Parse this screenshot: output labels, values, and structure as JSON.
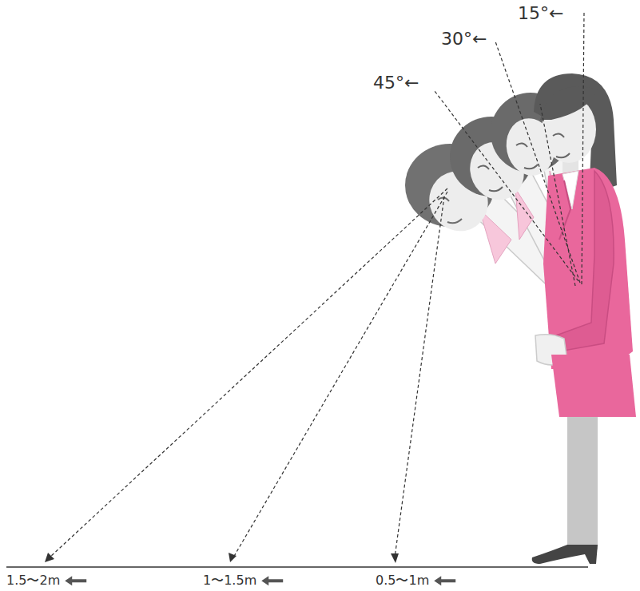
{
  "diagram": {
    "labels": [
      "15°←",
      "30°←",
      "45°←",
      "1.5〜2m",
      "1〜1.5m",
      "0.5〜1m"
    ]
  }
}
